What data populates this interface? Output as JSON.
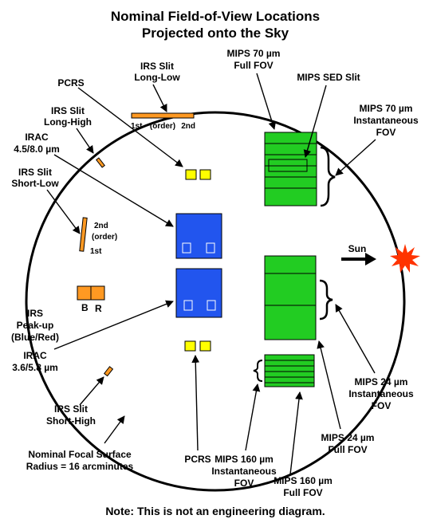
{
  "title": {
    "line1": "Nominal Field-of-View Locations",
    "line2": "Projected onto the Sky"
  },
  "labels": {
    "irs_slit_long_low": [
      "IRS Slit",
      "Long-Low"
    ],
    "ll_order": [
      "1st",
      "(order)",
      "2nd"
    ],
    "pcrs_top": "PCRS",
    "irs_slit_long_high": [
      "IRS Slit",
      "Long-High"
    ],
    "irac_45_80": [
      "IRAC",
      "4.5/8.0 µm"
    ],
    "irs_slit_short_low": [
      "IRS Slit",
      "Short-Low"
    ],
    "sl_order": [
      "2nd",
      "(order)",
      "1st"
    ],
    "irs_peakup": [
      "IRS",
      "Peak-up",
      "(Blue/Red)"
    ],
    "peakup_br": [
      "B",
      "R"
    ],
    "irac_36_58": [
      "IRAC",
      "3.6/5.8 µm"
    ],
    "irs_slit_short_high": [
      "IRS Slit",
      "Short-High"
    ],
    "focal_surface": [
      "Nominal Focal Surface",
      "Radius = 16 arcminutes"
    ],
    "pcrs_bottom": "PCRS",
    "mips70_full": [
      "MIPS 70 µm",
      "Full FOV"
    ],
    "mips_sed_slit": "MIPS SED Slit",
    "mips70_inst": [
      "MIPS 70 µm",
      "Instantaneous",
      "FOV"
    ],
    "sun": "Sun",
    "mips24_inst": [
      "MIPS 24 µm",
      "Instantaneous",
      "FOV"
    ],
    "mips24_full": [
      "MIPS 24 µm",
      "Full FOV"
    ],
    "mips160_inst": [
      "MIPS  160 µm",
      "Instantaneous",
      "FOV"
    ],
    "mips160_full": [
      "MIPS  160 µm",
      "Full FOV"
    ]
  },
  "note": "Note:  This is not an engineering diagram.",
  "colors": {
    "irac": "#2255ee",
    "mips": "#22cc22",
    "pcrs": "#ffff00",
    "irs": "#ff9922",
    "sun": "#ff3300"
  },
  "icons": {
    "sun": "sun-icon",
    "sun_arrow": "arrow-right-icon"
  }
}
